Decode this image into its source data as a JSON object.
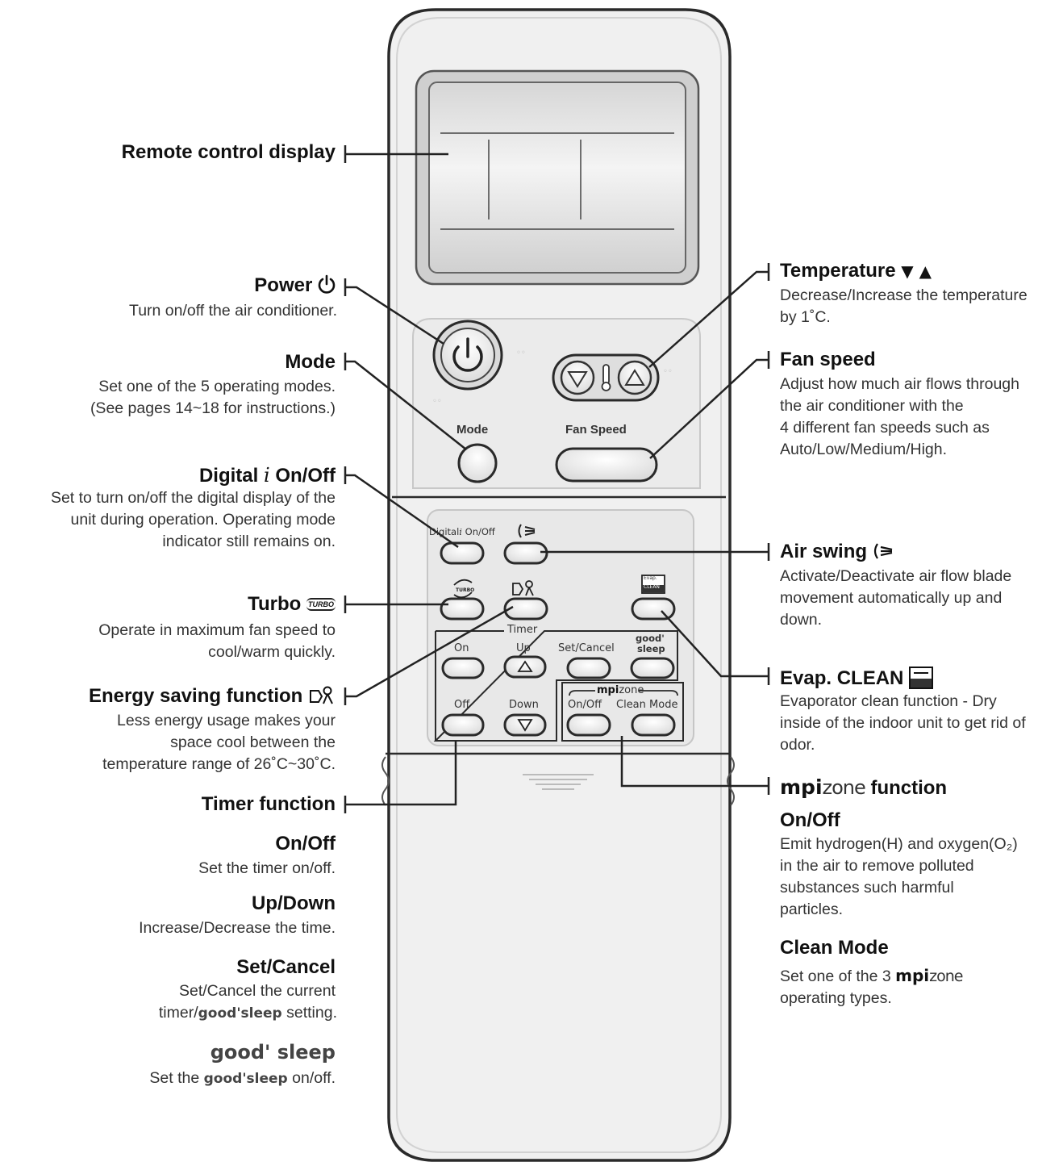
{
  "left_labels": {
    "remote_display": "Remote control display",
    "power": {
      "title": "Power",
      "desc": "Turn on/off the air conditioner."
    },
    "mode": {
      "title": "Mode",
      "desc": [
        "Set one of the 5 operating modes.",
        "(See pages 14~18 for instructions.)"
      ]
    },
    "digital": {
      "title_pre": "Digital",
      "title_i": "i",
      "title_post": "On/Off",
      "desc": [
        "Set to turn on/off the digital display of the",
        "unit during operation. Operating mode",
        "indicator still remains on."
      ]
    },
    "turbo": {
      "title": "Turbo",
      "desc": [
        "Operate in maximum fan speed to",
        "cool/warm quickly."
      ]
    },
    "energy": {
      "title": "Energy saving function",
      "desc": [
        "Less energy usage makes your",
        "space cool between the",
        "temperature range of 26˚C~30˚C."
      ]
    },
    "timer": {
      "title": "Timer function",
      "onoff_title": "On/Off",
      "onoff_desc": "Set the timer on/off.",
      "updown_title": "Up/Down",
      "updown_desc": "Increase/Decrease the time.",
      "setcancel_title": "Set/Cancel",
      "setcancel_desc1": "Set/Cancel the current",
      "setcancel_desc2_pre": "timer/",
      "setcancel_desc2_brand": "good'sleep",
      "setcancel_desc2_post": "setting."
    },
    "goodsleep": {
      "title": "good' sleep",
      "desc_pre": "Set the ",
      "desc_brand": "good'sleep",
      "desc_post": " on/off."
    }
  },
  "right_labels": {
    "temperature": {
      "title": "Temperature",
      "title_symbols": "▼ ▲",
      "desc": [
        "Decrease/Increase the temperature",
        "by 1˚C."
      ]
    },
    "fan_speed": {
      "title": "Fan speed",
      "desc": [
        "Adjust how much air flows through",
        "the air conditioner with the",
        "4 different fan speeds such as",
        "Auto/Low/Medium/High."
      ]
    },
    "air_swing": {
      "title": "Air swing",
      "desc": [
        "Activate/Deactivate air flow blade",
        "movement automatically up and",
        "down."
      ]
    },
    "evap": {
      "title": "Evap. CLEAN",
      "desc": [
        "Evaporator clean function - Dry",
        "inside of the indoor unit to get rid of",
        "odor."
      ]
    },
    "mpizone": {
      "brand_bold": "mpi",
      "brand_light": "zone",
      "title": "function",
      "onoff_title": "On/Off",
      "onoff_desc": [
        "Emit hydrogen(H) and oxygen(O₂)",
        "in the air to remove polluted",
        "substances such harmful",
        "particles."
      ],
      "clean_title": "Clean Mode",
      "clean_desc_pre": "Set one of the 3 ",
      "clean_desc_post": "operating types."
    }
  },
  "remote": {
    "mode_label": "Mode",
    "fan_speed_label": "Fan Speed",
    "digital_label": "Digital",
    "digital_i": "i",
    "digital_onoff": "On/Off",
    "timer_label": "Timer",
    "timer_on": "On",
    "timer_up": "Up",
    "timer_setcancel": "Set/Cancel",
    "good": "good'",
    "sleep": "sleep",
    "timer_off": "Off",
    "timer_down": "Down",
    "mpi_bold": "mpi",
    "mpi_light": "zone",
    "mpi_onoff": "On/Off",
    "mpi_cleanmode": "Clean Mode",
    "evap_line1": "Evap.",
    "evap_line2": "CLEAN",
    "turbo_icon_text": "TURBO"
  },
  "colors": {
    "remote_body": "#f0f0f0",
    "outline": "#2a2a2a",
    "display": "#e2e2e2"
  }
}
